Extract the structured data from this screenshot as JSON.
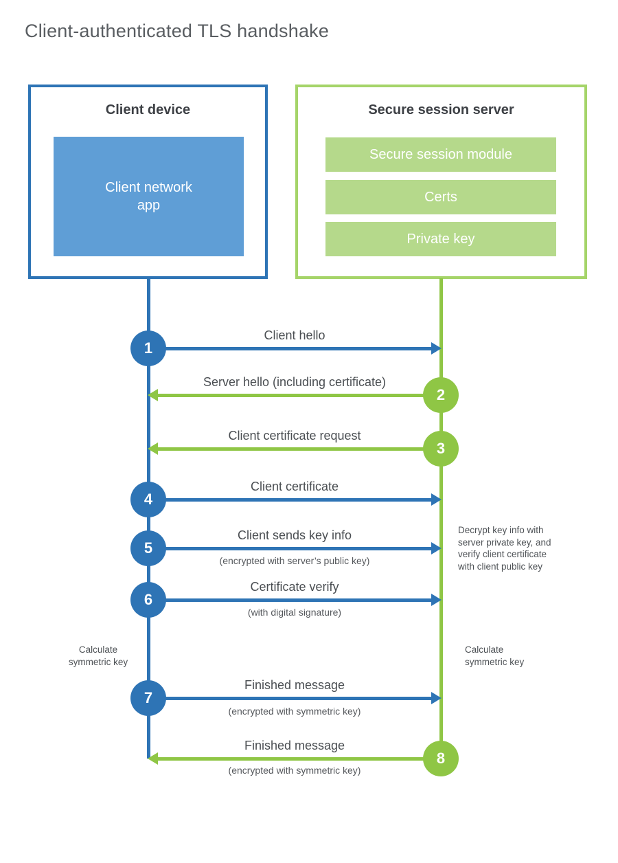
{
  "title": "Client-authenticated TLS handshake",
  "colors": {
    "blue_accent": "#2e74b5",
    "blue_fill": "#5f9ed6",
    "green_accent": "#8fc645",
    "green_border": "#a5d469",
    "green_fill": "#b5d98b",
    "heading_gray": "#595d61",
    "text_dark": "#3d4045",
    "label_gray": "#4a4e52"
  },
  "client_box": {
    "title": "Client device",
    "app_label": "Client network\napp"
  },
  "server_box": {
    "title": "Secure session server",
    "modules": [
      {
        "label": "Secure session module"
      },
      {
        "label": "Certs"
      },
      {
        "label": "Private key"
      }
    ]
  },
  "steps": [
    {
      "num": "1",
      "label": "Client hello",
      "sub": "",
      "from": "client",
      "to": "server"
    },
    {
      "num": "2",
      "label": "Server hello (including certificate)",
      "sub": "",
      "from": "server",
      "to": "client"
    },
    {
      "num": "3",
      "label": "Client certificate request",
      "sub": "",
      "from": "server",
      "to": "client"
    },
    {
      "num": "4",
      "label": "Client certificate",
      "sub": "",
      "from": "client",
      "to": "server"
    },
    {
      "num": "5",
      "label": "Client sends key info",
      "sub": "(encrypted with server’s public key)",
      "from": "client",
      "to": "server"
    },
    {
      "num": "6",
      "label": "Certificate verify",
      "sub": "(with digital signature)",
      "from": "client",
      "to": "server"
    },
    {
      "num": "7",
      "label": "Finished message",
      "sub": "(encrypted with symmetric key)",
      "from": "client",
      "to": "server"
    },
    {
      "num": "8",
      "label": "Finished message",
      "sub": "(encrypted with symmetric key)",
      "from": "server",
      "to": "client"
    }
  ],
  "annotations": {
    "decrypt_note": "Decrypt key info with\nserver private key, and\nverify client certificate\nwith client public key",
    "calc_left": "Calculate\nsymmetric key",
    "calc_right": "Calculate\nsymmetric key"
  }
}
